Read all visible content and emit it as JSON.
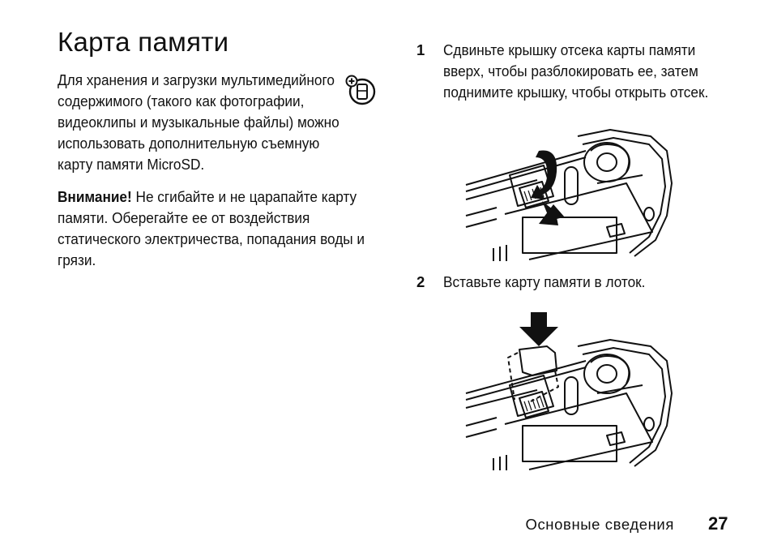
{
  "page": {
    "title": "Карта памяти",
    "intro_text": "Для хранения и загрузки мультимедийного содержимого (такого как фотографии, видеоклипы и музыкальные файлы) можно использовать дополнительную съемную карту памяти MicroSD.",
    "warning_label": "Внимание!",
    "warning_text": " Не сгибайте и не царапайте карту памяти. Оберегайте ее от воздействия статического электричества, попадания воды и грязи.",
    "feature_icon": "feature-availability-icon"
  },
  "steps": [
    {
      "number": "1",
      "text": "Сдвиньте крышку отсека карты памяти вверх, чтобы разблокировать ее, затем поднимите крышку, чтобы открыть отсек."
    },
    {
      "number": "2",
      "text": "Вставьте карту памяти в лоток."
    }
  ],
  "footer": {
    "section": "Основные сведения",
    "page_number": "27"
  }
}
